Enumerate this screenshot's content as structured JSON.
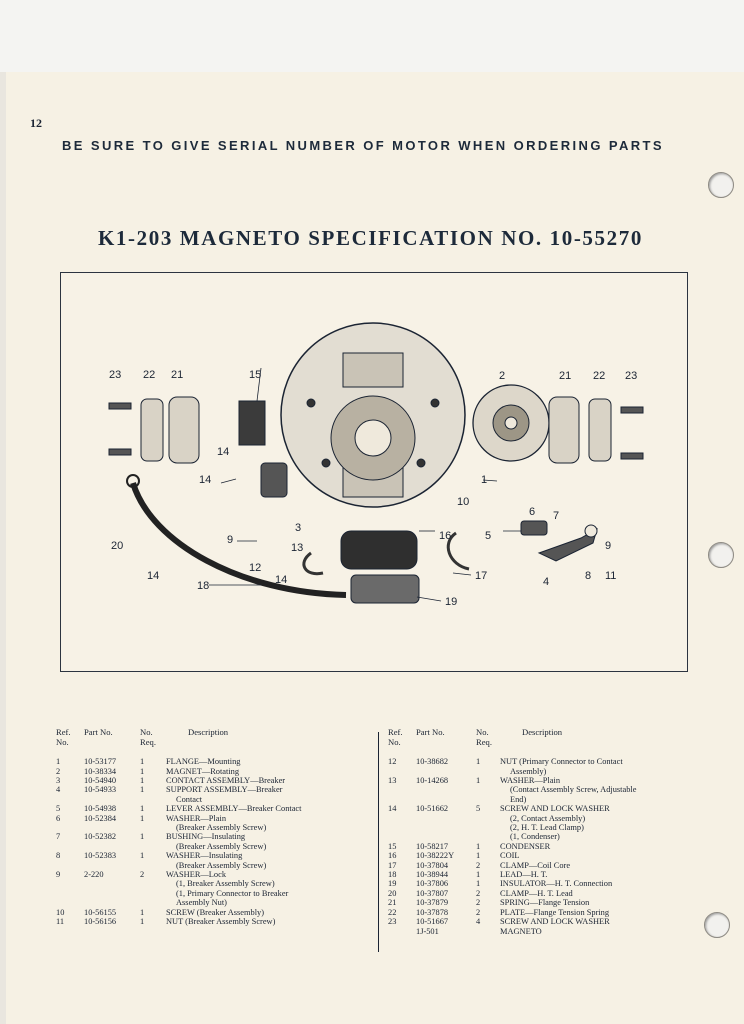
{
  "page_number": "12",
  "banner": "BE SURE TO GIVE SERIAL NUMBER OF MOTOR WHEN ORDERING PARTS",
  "title": "K1-203 MAGNETO SPECIFICATION NO. 10-55270",
  "diagram": {
    "callouts": [
      "23",
      "22",
      "21",
      "15",
      "2",
      "21",
      "22",
      "23",
      "14",
      "14",
      "1",
      "10",
      "6",
      "7",
      "3",
      "5",
      "16",
      "20",
      "9",
      "13",
      "12",
      "14",
      "9",
      "8",
      "11",
      "4",
      "17",
      "18",
      "19",
      "14"
    ]
  },
  "table_headers": {
    "ref": "Ref. No.",
    "part": "Part No.",
    "req": "No. Req.",
    "desc": "Description"
  },
  "left_parts": [
    {
      "ref": "1",
      "part": "10-53177",
      "req": "1",
      "desc": "FLANGE—Mounting",
      "lines": []
    },
    {
      "ref": "2",
      "part": "10-38334",
      "req": "1",
      "desc": "MAGNET—Rotating",
      "lines": []
    },
    {
      "ref": "3",
      "part": "10-54940",
      "req": "1",
      "desc": "CONTACT ASSEMBLY—Breaker",
      "lines": []
    },
    {
      "ref": "4",
      "part": "10-54933",
      "req": "1",
      "desc": "SUPPORT ASSEMBLY—Breaker",
      "lines": [
        "Contact"
      ]
    },
    {
      "ref": "5",
      "part": "10-54938",
      "req": "1",
      "desc": "LEVER ASSEMBLY—Breaker Contact",
      "lines": []
    },
    {
      "ref": "6",
      "part": "10-52384",
      "req": "1",
      "desc": "WASHER—Plain",
      "lines": [
        "(Breaker Assembly Screw)"
      ]
    },
    {
      "ref": "7",
      "part": "10-52382",
      "req": "1",
      "desc": "BUSHING—Insulating",
      "lines": [
        "(Breaker Assembly Screw)"
      ]
    },
    {
      "ref": "8",
      "part": "10-52383",
      "req": "1",
      "desc": "WASHER—Insulating",
      "lines": [
        "(Breaker Assembly Screw)"
      ]
    },
    {
      "ref": "9",
      "part": "2-220",
      "req": "2",
      "desc": "WASHER—Lock",
      "lines": [
        "(1, Breaker Assembly Screw)",
        "(1, Primary Connector to Breaker",
        "Assembly Nut)"
      ]
    },
    {
      "ref": "10",
      "part": "10-56155",
      "req": "1",
      "desc": "SCREW (Breaker Assembly)",
      "lines": []
    },
    {
      "ref": "11",
      "part": "10-56156",
      "req": "1",
      "desc": "NUT (Breaker Assembly Screw)",
      "lines": []
    }
  ],
  "right_parts": [
    {
      "ref": "12",
      "part": "10-38682",
      "req": "1",
      "desc": "NUT (Primary Connector to Contact",
      "lines": [
        "Assembly)"
      ]
    },
    {
      "ref": "13",
      "part": "10-14268",
      "req": "1",
      "desc": "WASHER—Plain",
      "lines": [
        "(Contact Assembly Screw, Adjustable",
        "End)"
      ]
    },
    {
      "ref": "14",
      "part": "10-51662",
      "req": "5",
      "desc": "SCREW AND LOCK WASHER",
      "lines": [
        "(2, Contact Assembly)",
        "(2, H. T. Lead Clamp)",
        "(1, Condenser)"
      ]
    },
    {
      "ref": "15",
      "part": "10-58217",
      "req": "1",
      "desc": "CONDENSER",
      "lines": []
    },
    {
      "ref": "16",
      "part": "10-38222Y",
      "req": "1",
      "desc": "COIL",
      "lines": []
    },
    {
      "ref": "17",
      "part": "10-37804",
      "req": "2",
      "desc": "CLAMP—Coil Core",
      "lines": []
    },
    {
      "ref": "18",
      "part": "10-38944",
      "req": "1",
      "desc": "LEAD—H. T.",
      "lines": []
    },
    {
      "ref": "19",
      "part": "10-37806",
      "req": "1",
      "desc": "INSULATOR—H. T. Connection",
      "lines": []
    },
    {
      "ref": "20",
      "part": "10-37807",
      "req": "2",
      "desc": "CLAMP—H. T. Lead",
      "lines": []
    },
    {
      "ref": "21",
      "part": "10-37879",
      "req": "2",
      "desc": "SPRING—Flange Tension",
      "lines": []
    },
    {
      "ref": "22",
      "part": "10-37878",
      "req": "2",
      "desc": "PLATE—Flange Tension Spring",
      "lines": []
    },
    {
      "ref": "23",
      "part": "10-51667",
      "req": "4",
      "desc": "SCREW AND LOCK WASHER",
      "lines": []
    },
    {
      "ref": "",
      "part": "1J-501",
      "req": "",
      "desc": "MAGNETO",
      "lines": []
    }
  ]
}
